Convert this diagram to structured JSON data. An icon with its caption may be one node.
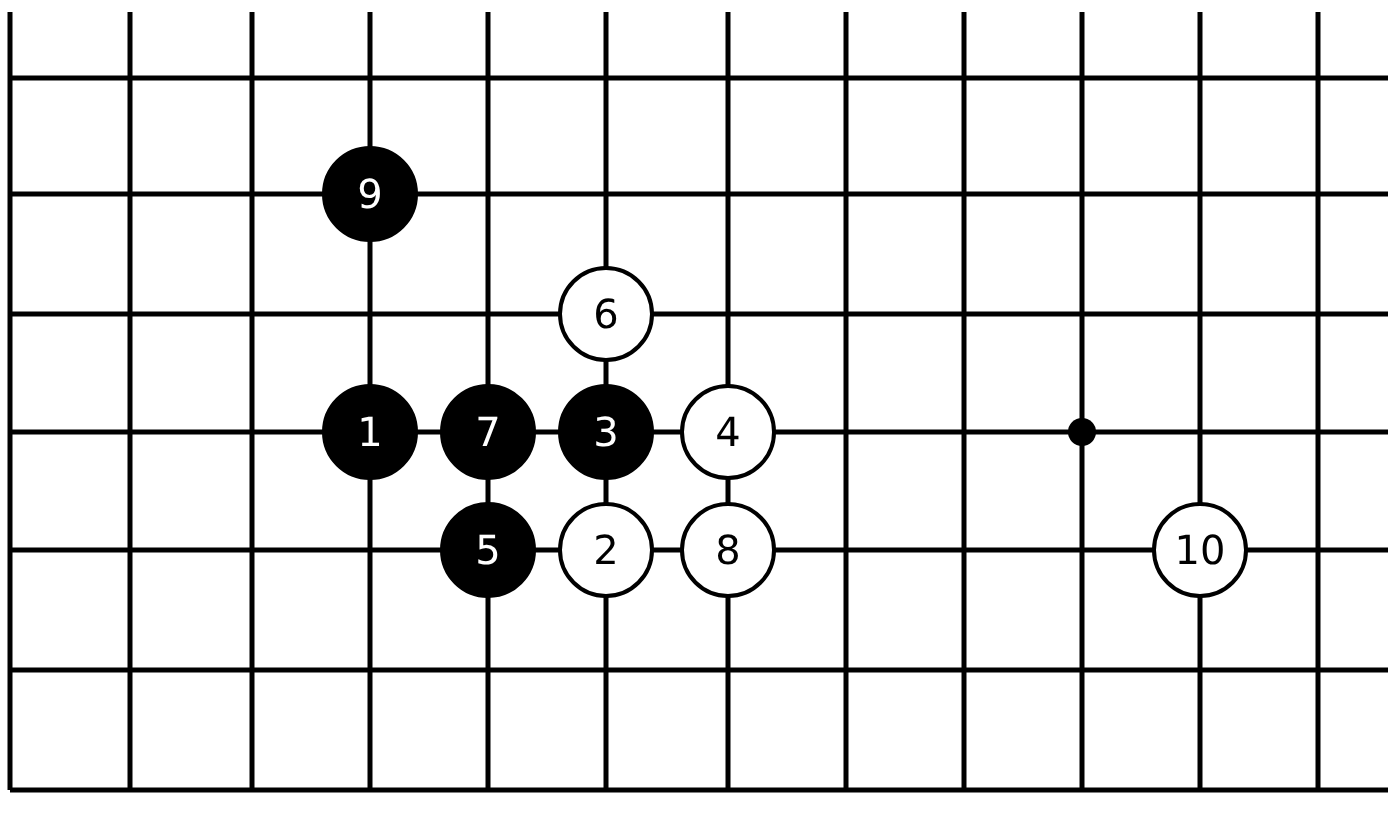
{
  "diagram": {
    "nodes": [
      {
        "text": [
          "9"
        ]
      },
      {
        "text": [
          "6"
        ]
      },
      {
        "text": [
          "1"
        ]
      },
      {
        "text": [
          "7"
        ]
      },
      {
        "text": [
          "3"
        ]
      },
      {
        "text": [
          "4"
        ]
      },
      {
        "text": [
          "5"
        ]
      },
      {
        "text": [
          "2"
        ]
      },
      {
        "text": [
          "8"
        ]
      },
      {
        "text": [
          "10"
        ]
      }
    ]
  }
}
